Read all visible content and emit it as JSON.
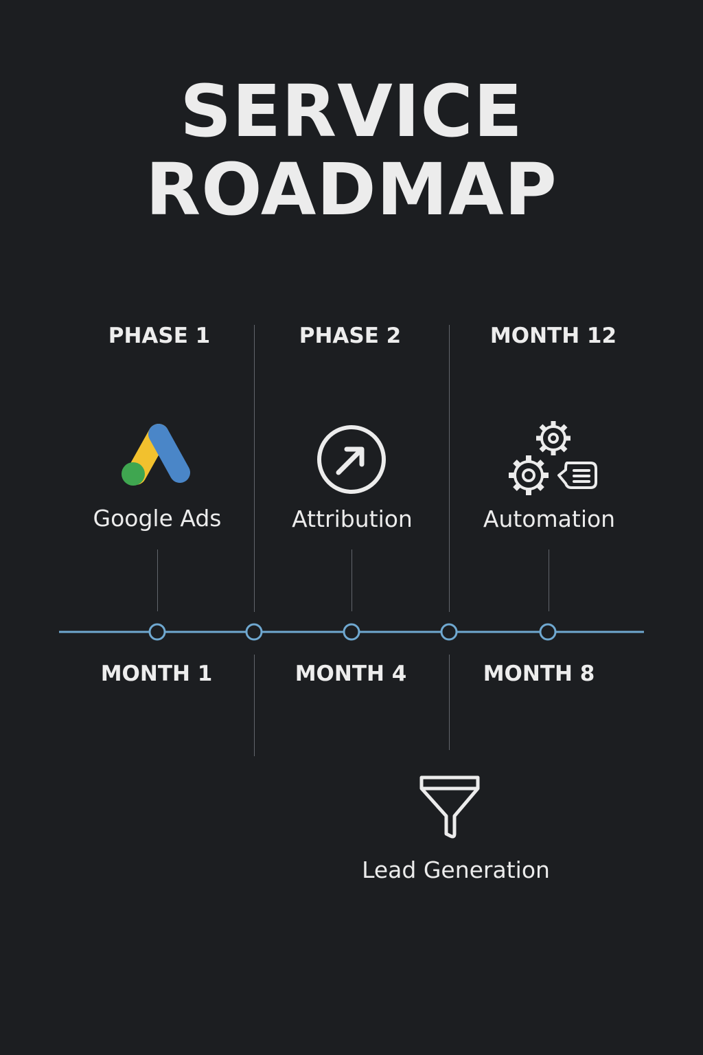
{
  "title": {
    "line1": "SERVICE",
    "line2": "ROADMAP"
  },
  "phases": [
    {
      "header": "PHASE 1",
      "service": "Google Ads",
      "icon": "google-ads-icon"
    },
    {
      "header": "PHASE 2",
      "service": "Attribution",
      "icon": "arrow-circle-icon"
    },
    {
      "header": "MONTH 12",
      "service": "Automation",
      "icon": "gears-chat-icon"
    }
  ],
  "months": [
    "MONTH 1",
    "MONTH 4",
    "MONTH 8"
  ],
  "lead": {
    "label": "Lead Generation",
    "icon": "funnel-icon"
  },
  "colors": {
    "background": "#1c1e21",
    "text": "#ececec",
    "timeline": "#6fa8d0",
    "divider": "#62666c",
    "google_blue": "#4a86c8",
    "google_yellow": "#f2c12e",
    "google_green": "#3fa650"
  }
}
